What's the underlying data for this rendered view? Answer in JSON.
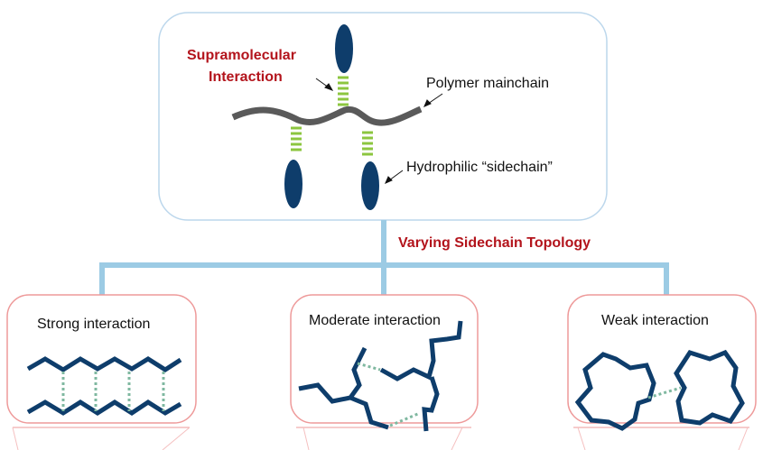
{
  "top_panel": {
    "supramolecular_label_line1": "Supramolecular",
    "supramolecular_label_line2": "Interaction",
    "mainchain_label": "Polymer mainchain",
    "sidechain_label": "Hydrophilic “sidechain”"
  },
  "connector_label": "Varying Sidechain Topology",
  "panels": [
    {
      "title": "Strong interaction"
    },
    {
      "title": "Moderate interaction"
    },
    {
      "title": "Weak interaction"
    }
  ],
  "colors": {
    "accent_red": "#b3141c",
    "chain_navy": "#0e3d6b",
    "mainchain_gray": "#5a5a5a",
    "interaction_green": "#8cc63f",
    "dotted_teal": "#7fb8a0",
    "connector_blue": "#9ccbe4",
    "top_border": "#bcd7ec",
    "panel_border": "#ee9a9a"
  }
}
